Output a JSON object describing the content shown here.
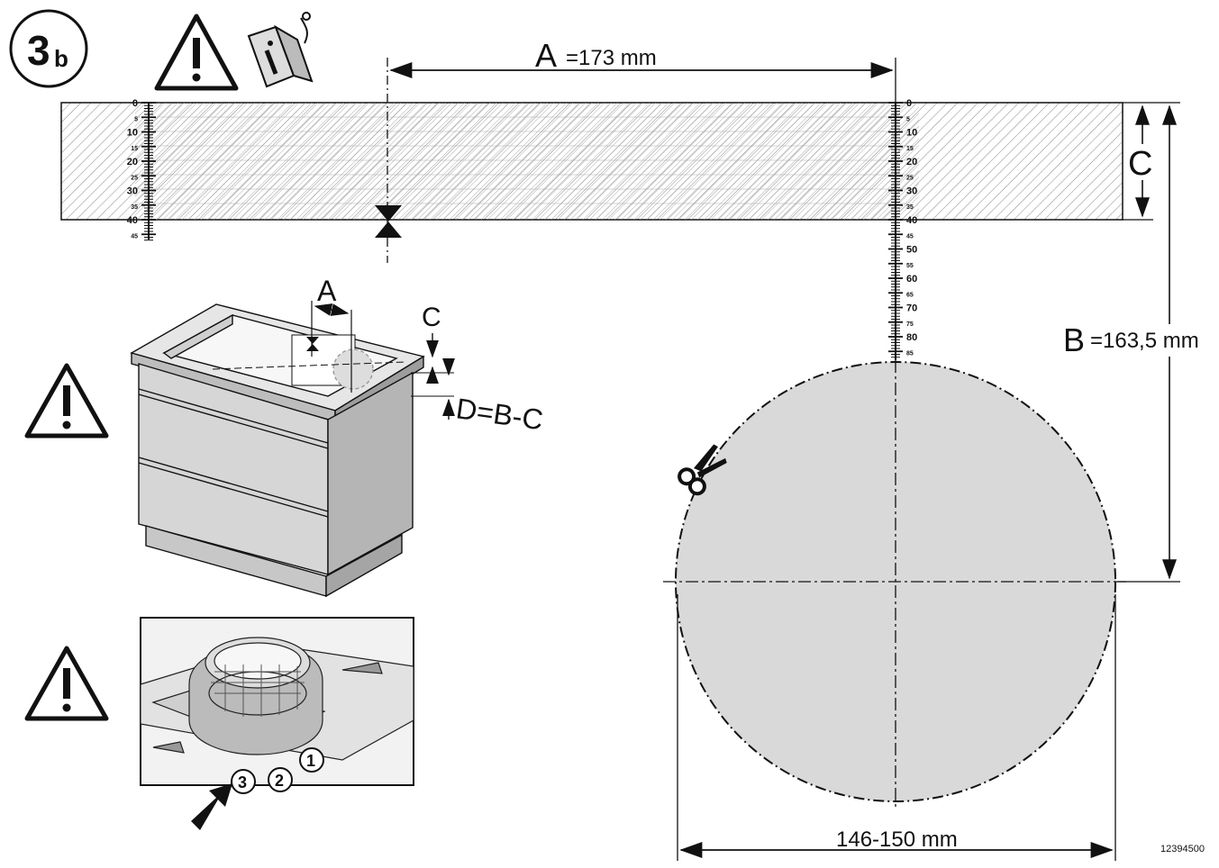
{
  "step_label": "3b",
  "step_number": "3",
  "step_letter": "b",
  "dimension_a": {
    "letter": "A",
    "value": "=173 mm"
  },
  "dimension_b": {
    "letter": "B",
    "value": "=163,5 mm"
  },
  "dimension_c": {
    "letter": "C"
  },
  "dimension_d": {
    "text": "D=B-C"
  },
  "diameter": {
    "text": "146-150 mm"
  },
  "callouts": [
    "1",
    "2",
    "3"
  ],
  "doc_number": "12394500",
  "ruler_left": {
    "ticks": [
      0,
      5,
      10,
      15,
      20,
      25,
      30,
      35,
      40,
      45
    ]
  },
  "ruler_right": {
    "ticks": [
      0,
      5,
      10,
      15,
      20,
      25,
      30,
      35,
      40,
      45,
      50,
      55,
      60,
      65,
      70,
      75,
      80,
      85
    ]
  },
  "icons": [
    "warning-icon",
    "info-manual-icon",
    "scissors-icon",
    "arrow-icon"
  ],
  "colors": {
    "circle_fill": "#d9d9d9",
    "line": "#111111",
    "hatch": "#7a7a7a"
  }
}
